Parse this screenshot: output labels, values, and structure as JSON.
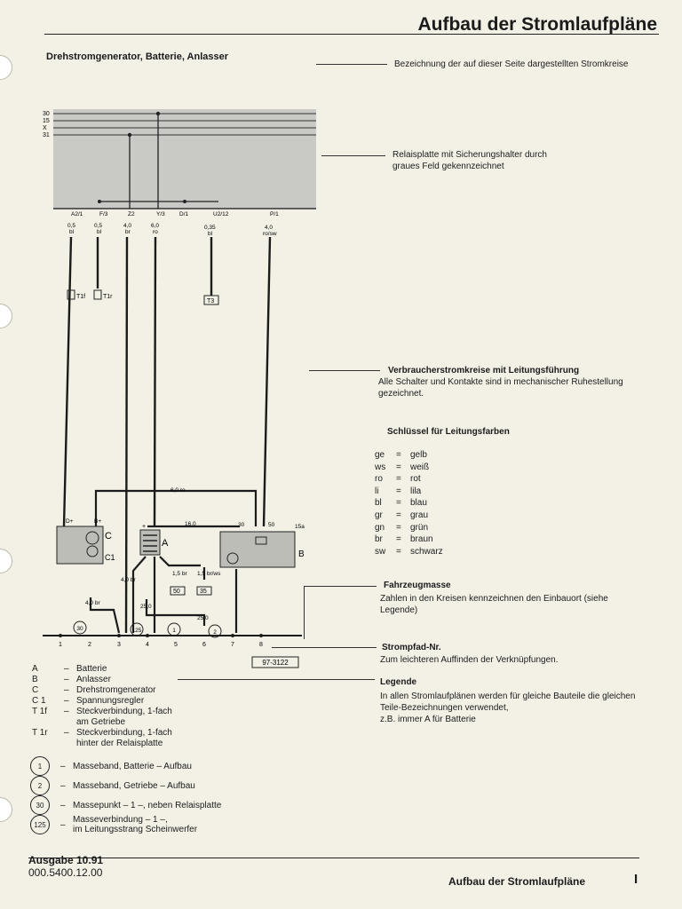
{
  "header": {
    "title": "Aufbau der Stromlaufpläne"
  },
  "diagram": {
    "title": "Drehstromgenerator, Batterie, Anlasser",
    "bus_labels": [
      "30",
      "15",
      "X",
      "31"
    ],
    "relay_terminals": [
      "A2/1",
      "F/3",
      "Z2",
      "Y/3",
      "D/1",
      "U2/12",
      "P/1"
    ],
    "wire_specs": [
      {
        "size": "0,5",
        "color": "bl"
      },
      {
        "size": "0,5",
        "color": "bl"
      },
      {
        "size": "4,0",
        "color": "br"
      },
      {
        "size": "6,0",
        "color": "ro"
      },
      {
        "size": "0,35",
        "color": "bl"
      },
      {
        "size": "4,0",
        "color": "ro/sw"
      }
    ],
    "connectors": [
      "T1f",
      "T1r",
      "T3"
    ],
    "component_labels": {
      "generator": "C",
      "regulator": "C1",
      "battery": "A",
      "starter": "B"
    },
    "terminal_labels": [
      "D+",
      "B+",
      "+",
      "30",
      "50",
      "15a"
    ],
    "cable_labels": [
      "6,0 ro",
      "16,0",
      "4,0 br",
      "1,5 br",
      "1,5 br/ws",
      "4,0 br",
      "25,0",
      "25,0"
    ],
    "boxed_refs": [
      "50",
      "35"
    ],
    "ground_refs": [
      "30",
      "125",
      "1",
      "2"
    ],
    "track_numbers": [
      "1",
      "2",
      "3",
      "4",
      "5",
      "6",
      "7",
      "8"
    ],
    "figure_number": "97-3122"
  },
  "annotations": {
    "page_label": "Bezeichnung der auf dieser Seite dargestellten Stromkreise",
    "relay_panel": "Relaisplatte mit Sicherungshalter durch graues Feld gekennzeichnet",
    "circuits_title": "Verbraucherstromkreise mit Leitungsführung",
    "circuits_body": "Alle Schalter und Kontakte sind in mechanischer Ruhestellung gezeichnet.",
    "color_key_title": "Schlüssel für Leitungsfarben",
    "vehicle_ground_title": "Fahrzeugmasse",
    "vehicle_ground_body": "Zahlen in den Kreisen kennzeichnen den Einbauort (siehe Legende)",
    "track_title": "Strompfad-Nr.",
    "track_body": "Zum leichteren Auffinden der Verknüpfungen.",
    "legend_title": "Legende",
    "legend_body": "In allen Stromlaufplänen werden für gleiche Bauteile die gleichen Teile-Bezeichnungen verwendet,",
    "legend_example": "z.B. immer A für Batterie"
  },
  "color_key": [
    {
      "abbr": "ge",
      "name": "gelb"
    },
    {
      "abbr": "ws",
      "name": "weiß"
    },
    {
      "abbr": "ro",
      "name": "rot"
    },
    {
      "abbr": "li",
      "name": "lila"
    },
    {
      "abbr": "bl",
      "name": "blau"
    },
    {
      "abbr": "gr",
      "name": "grau"
    },
    {
      "abbr": "gn",
      "name": "grün"
    },
    {
      "abbr": "br",
      "name": "braun"
    },
    {
      "abbr": "sw",
      "name": "schwarz"
    }
  ],
  "legend": [
    {
      "code": "A",
      "text": "Batterie"
    },
    {
      "code": "B",
      "text": "Anlasser"
    },
    {
      "code": "C",
      "text": "Drehstromgenerator"
    },
    {
      "code": "C 1",
      "text": "Spannungsregler"
    },
    {
      "code": "T 1f",
      "text": "Steckverbindung, 1-fach",
      "text2": "am Getriebe"
    },
    {
      "code": "T 1r",
      "text": "Steckverbindung, 1-fach",
      "text2": "hinter der Relaisplatte"
    }
  ],
  "ground_points": [
    {
      "num": "1",
      "text": "Masseband, Batterie – Aufbau"
    },
    {
      "num": "2",
      "text": "Masseband, Getriebe – Aufbau"
    },
    {
      "num": "30",
      "text": "Massepunkt – 1 –, neben Relaisplatte"
    },
    {
      "num": "125",
      "text": "Masseverbindung – 1 –,",
      "text2": "im Leitungsstrang Scheinwerfer"
    }
  ],
  "footer": {
    "issue": "Ausgabe 10.91",
    "part_number": "000.5400.12.00",
    "title": "Aufbau der Stromlaufpläne",
    "page": "I"
  },
  "colors": {
    "paper": "#f3f1e6",
    "relay_panel": "#c9c9c5",
    "ink": "#1b1b1b"
  }
}
